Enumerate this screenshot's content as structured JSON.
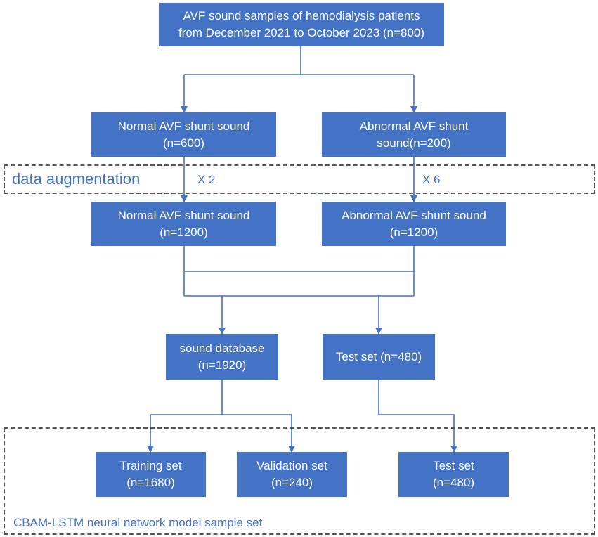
{
  "colors": {
    "box_fill": "#4472c4",
    "box_text": "#ffffff",
    "connector": "#4472c4",
    "dashed_border": "#555555",
    "label_text": "#4472c4"
  },
  "boxes": {
    "source": {
      "line1": "AVF sound samples of hemodialysis patients",
      "line2": "from December 2021 to October 2023 (n=800)"
    },
    "normal_raw": {
      "line1": "Normal AVF shunt sound",
      "line2": "(n=600)"
    },
    "abnormal_raw": {
      "line1": "Abnormal AVF shunt",
      "line2": "sound(n=200)"
    },
    "normal_aug": {
      "line1": "Normal AVF shunt sound",
      "line2": "(n=1200)"
    },
    "abnormal_aug": {
      "line1": "Abnormal AVF shunt sound",
      "line2": "(n=1200)"
    },
    "sound_database": {
      "line1": "sound database",
      "line2": "(n=1920)"
    },
    "test_set_pool": {
      "line1": "Test set (n=480)"
    },
    "training_set": {
      "line1": "Training set",
      "line2": "(n=1680)"
    },
    "validation_set": {
      "line1": "Validation set",
      "line2": "(n=240)"
    },
    "test_set_final": {
      "line1": "Test set",
      "line2": "(n=480)"
    }
  },
  "augmentation": {
    "title": "data augmentation",
    "normal_factor": "X 2",
    "abnormal_factor": "X 6"
  },
  "model_group": {
    "caption": "CBAM-LSTM neural network model sample set"
  }
}
